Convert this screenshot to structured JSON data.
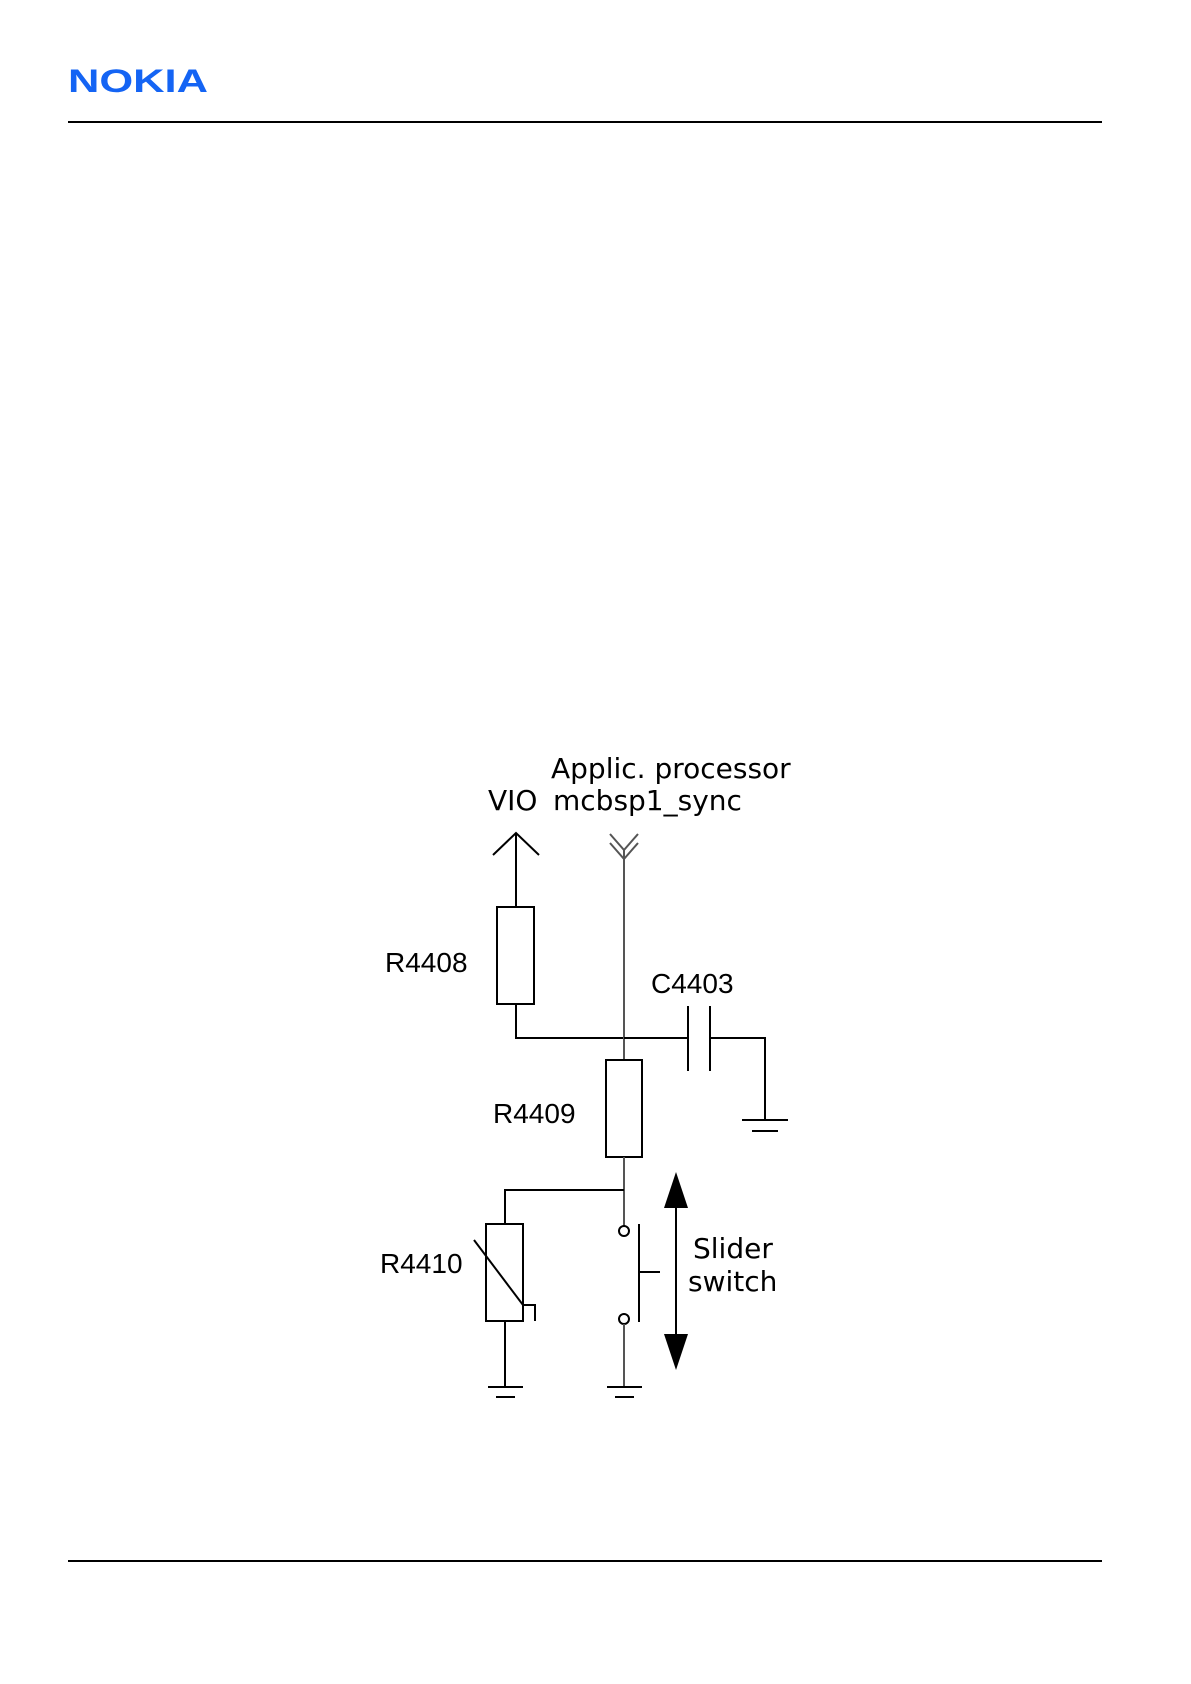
{
  "header": {
    "brand_text": "NOKIA",
    "brand_color": "#1464F4"
  },
  "schematic": {
    "supply_label": "VIO",
    "net_label_line1": "Applic. processor",
    "net_label_line2": "mcbsp1_sync",
    "components": {
      "r4408": "R4408",
      "r4409": "R4409",
      "r4410": "R4410",
      "c4403": "C4403"
    },
    "switch_label_line1": "Slider",
    "switch_label_line2": "switch"
  }
}
